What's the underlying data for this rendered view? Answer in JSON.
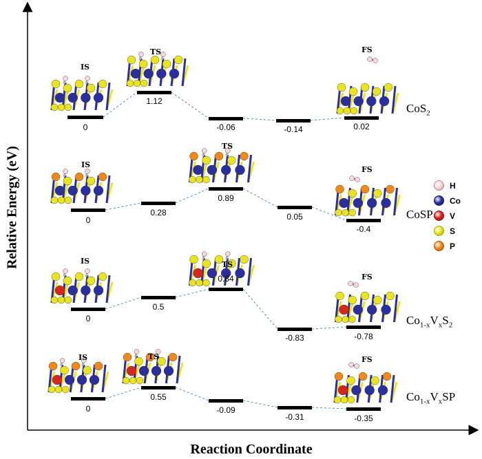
{
  "axes": {
    "y_label": "Relative Energy (eV)",
    "x_label": "Reaction Coordinate"
  },
  "legend": [
    {
      "label": "H",
      "color": "#f4d9dc",
      "border": "#c98a92"
    },
    {
      "label": "Co",
      "color": "#2b2f9e",
      "border": "#1a1d6a"
    },
    {
      "label": "V",
      "color": "#d6261e",
      "border": "#8a1410"
    },
    {
      "label": "S",
      "color": "#e8e51e",
      "border": "#a8a510"
    },
    {
      "label": "P",
      "color": "#ef8a1a",
      "border": "#a85c0a"
    }
  ],
  "panels": [
    {
      "system": {
        "base": "CoS",
        "sub1": "2",
        "mid": "",
        "sub2": "",
        "tail": ""
      },
      "states": {
        "is": "IS",
        "ts": "TS",
        "fs": "FS"
      },
      "levels": [
        "0",
        "1.12",
        "-0.06",
        "-0.14",
        "0.02"
      ]
    },
    {
      "system": {
        "base": "CoSP",
        "sub1": "",
        "mid": "",
        "sub2": "",
        "tail": ""
      },
      "states": {
        "is": "IS",
        "ts": "TS",
        "fs": "FS"
      },
      "levels": [
        "0",
        "0.28",
        "0.89",
        "0.05",
        "-0.4"
      ]
    },
    {
      "system": {
        "base": "Co",
        "sub1": "1-x",
        "mid": "V",
        "sub2": "x",
        "tail": "S",
        "sub3": "2"
      },
      "states": {
        "is": "IS",
        "ts": "TS",
        "fs": "FS"
      },
      "levels": [
        "0",
        "0.5",
        "0.84",
        "-0.83",
        "-0.78"
      ]
    },
    {
      "system": {
        "base": "Co",
        "sub1": "1-x",
        "mid": "V",
        "sub2": "x",
        "tail": "SP",
        "sub3": ""
      },
      "states": {
        "is": "IS",
        "ts": "TS",
        "fs": "FS"
      },
      "levels": [
        "0",
        "0.55",
        "-0.09",
        "-0.31",
        "-0.35"
      ]
    }
  ]
}
